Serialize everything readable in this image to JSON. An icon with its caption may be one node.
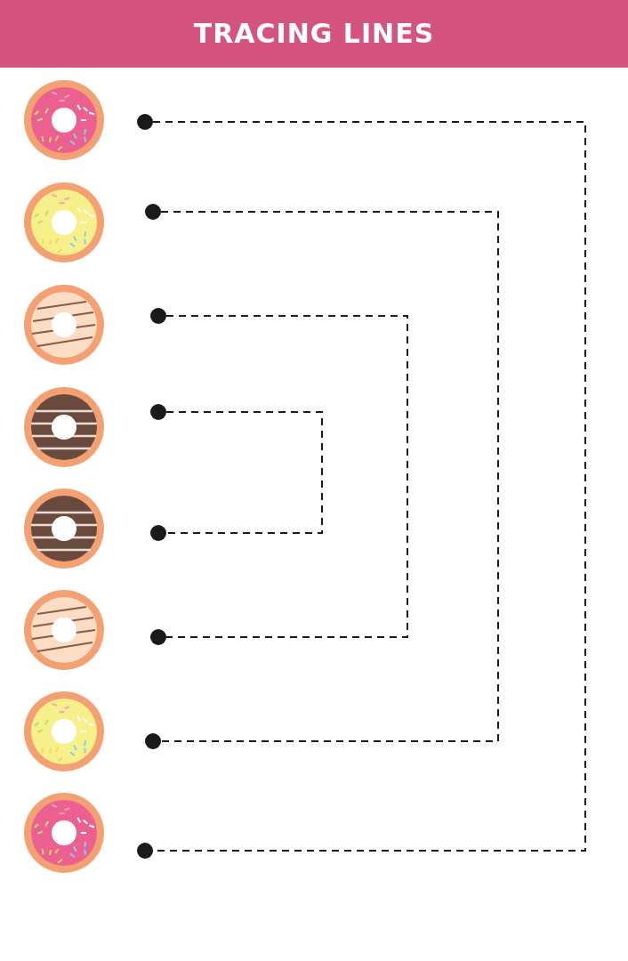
{
  "diagram": {
    "title": "TRACING LINES",
    "nodes": [
      {
        "text": [],
        "shape": "circle"
      },
      {
        "text": [],
        "shape": "circle"
      },
      {
        "text": [],
        "shape": "circle"
      },
      {
        "text": [],
        "shape": "circle"
      },
      {
        "text": [],
        "shape": "circle"
      },
      {
        "text": [],
        "shape": "circle"
      },
      {
        "text": [],
        "shape": "circle"
      },
      {
        "text": [],
        "shape": "circle"
      }
    ],
    "edges": [
      {
        "from": 0,
        "to": 7,
        "arrow": "none",
        "style": "dashed"
      },
      {
        "from": 1,
        "to": 6,
        "arrow": "none",
        "style": "dashed"
      },
      {
        "from": 2,
        "to": 5,
        "arrow": "none",
        "style": "dashed"
      },
      {
        "from": 3,
        "to": 4,
        "arrow": "none",
        "style": "dashed"
      }
    ]
  }
}
